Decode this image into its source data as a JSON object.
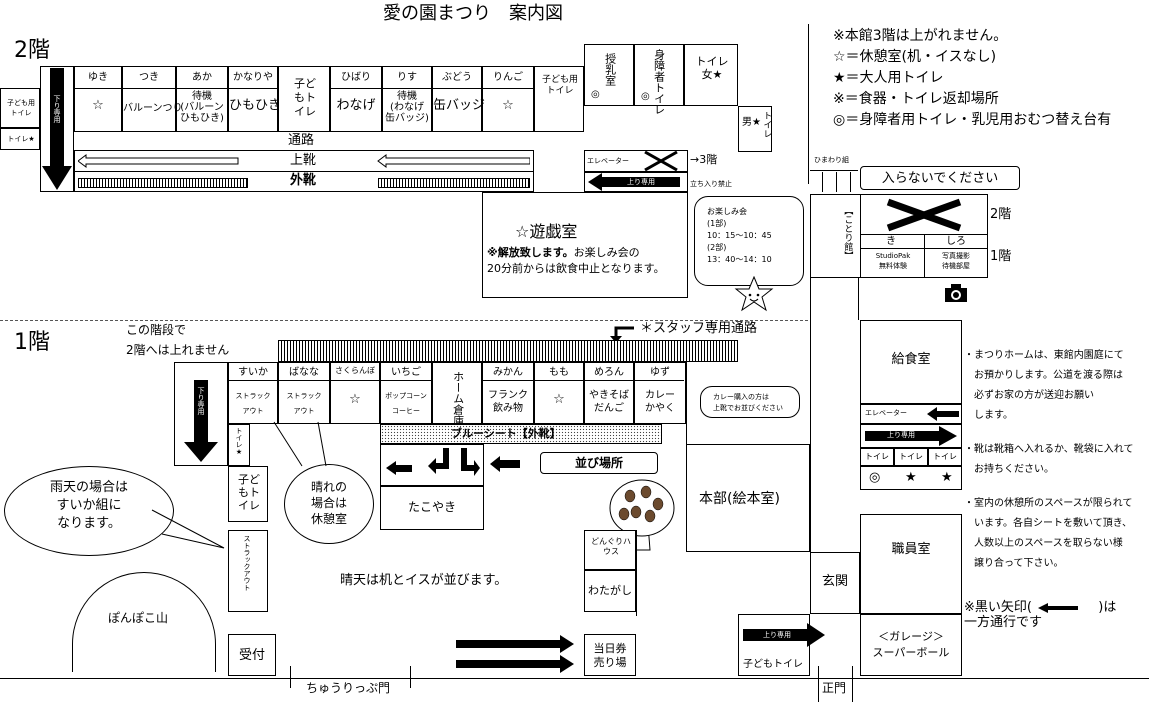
{
  "title": "愛の園まつり　案内図",
  "floor2_label": "2階",
  "floor1_label": "1階",
  "stair_note_1": "この階段で",
  "stair_note_2": "2階へは上れません",
  "legend": [
    "※本館3階は上がれません。",
    "☆＝休憩室(机・イスなし)",
    "★＝大人用トイレ",
    "※＝食器・トイレ返却場所",
    "◎＝身障者用トイレ・乳児用おむつ替え台有"
  ],
  "f2": {
    "kids_toilet_left_1": "子ども用",
    "kids_toilet_left_2": "トイレ",
    "toilet_star": "トイレ★",
    "down_only": "下り専用",
    "rooms": [
      {
        "name": "ゆき",
        "content": "☆"
      },
      {
        "name": "つき",
        "content": "バルーンつり"
      },
      {
        "name": "あか",
        "content": "待機\n(バルーン\nひもひき)"
      },
      {
        "name": "かなりや",
        "content": "ひもひき"
      },
      {
        "name": "ひばり",
        "content": "わなげ"
      },
      {
        "name": "りす",
        "content": "待機\n(わなげ\n缶バッジ)"
      },
      {
        "name": "ぶどう",
        "content": "缶バッジ"
      },
      {
        "name": "りんご",
        "content": "☆"
      }
    ],
    "kids_toilet_mid": "子どもトイレ",
    "kids_toilet_right": "子ども用トイレ",
    "nursing": "授乳室",
    "nursing_mark": "◎",
    "accessible_toilet": "身障者トイレ",
    "accessible_mark": "◎",
    "women_toilet": "トイレ女★",
    "men_toilet": "男★",
    "men_toilet_label": "トイレ",
    "corridor": "通路",
    "indoor_shoes": "上靴",
    "outdoor_shoes": "外靴",
    "elevator": "エレベーター",
    "to_3f": "→3階",
    "no_entry": "立ち入り禁止",
    "up_only": "上り専用",
    "play_room_title": "☆遊戯室",
    "play_room_note_bold": "※解放致します。",
    "play_room_note_1": "お楽しみ会の",
    "play_room_note_2": "20分前からは飲食中止となります。",
    "fun_lines": [
      "お楽しみ会",
      "(1部)",
      "10：15〜10：45",
      "(2部)",
      "13：40〜14：10"
    ]
  },
  "kotori": {
    "name": "【ことり館】",
    "himawari": "ひまわり組",
    "do_not_enter": "入らないでください",
    "floor2": "2階",
    "floor1": "1階",
    "ki": "き",
    "shiro": "しろ",
    "studio_1": "StudioPak",
    "studio_2": "無料体験",
    "photo_1": "写真撮影",
    "photo_2": "待機部屋"
  },
  "f1": {
    "staff_passage": "＊スタッフ専用通路",
    "down_only": "下り専用",
    "rooms": [
      {
        "name": "すいか",
        "content": "ストラック\nアウト"
      },
      {
        "name": "ばなな",
        "content": "ストラック\nアウト"
      },
      {
        "name": "さくらんぼ",
        "content": "☆"
      },
      {
        "name": "いちご",
        "content": "ポップコーン\nコーヒー"
      },
      {
        "name": "みかん",
        "content": "フランク\n飲み物"
      },
      {
        "name": "もも",
        "content": "☆"
      },
      {
        "name": "めろん",
        "content": "やきそば\nだんご"
      },
      {
        "name": "ゆず",
        "content": "カレー\nかやく"
      }
    ],
    "home_storage": "ホーム倉庫",
    "curry_note_1": "カレー購入の方は",
    "curry_note_2": "上靴でお並びください",
    "toilet_star": "トイレ★",
    "kids_toilet": "子どもトイレ",
    "struck_out": "ストラックアウト",
    "sunny_1": "晴れの",
    "sunny_2": "場合は",
    "sunny_3": "休憩室",
    "rainy_1": "雨天の場合は",
    "rainy_2": "すいか組に",
    "rainy_3": "なります。",
    "blue_sheet": "ブルーシート【外靴】",
    "line_place": "並び場所",
    "takoyaki": "たこやき",
    "donguri": "どんぐりハウス",
    "watagashi": "わたがし",
    "tables_note": "晴天は机とイスが並びます。",
    "ponpoko": "ぽんぽこ山",
    "reception": "受付",
    "ticket_1": "当日券",
    "ticket_2": "売り場",
    "chuurippu_gate": "ちゅうりっぷ門",
    "main_gate": "正門",
    "hq": "本部(絵本室)",
    "entrance": "玄関",
    "kids_toilet_2": "子どもトイレ",
    "up_only": "上り専用",
    "kitchen": "給食室",
    "elevator": "エレベーター",
    "toilet": "トイレ",
    "staff_room": "職員室",
    "garage_1": "＜ガレージ＞",
    "garage_2": "スーパーボール",
    "mark_circle": "◎",
    "mark_star": "★"
  },
  "notes": [
    "・まつりホームは、東館内園庭にて",
    "お預かりします。公道を渡る際は",
    "必ずお家の方が送迎お願い",
    "します。",
    "・靴は靴箱へ入れるか、靴袋に入れて",
    "お持ちください。",
    "・室内の休憩所のスペースが限られて",
    "います。各自シートを敷いて頂き、",
    "人数以上のスペースを取らない様",
    "譲り合って下さい。"
  ],
  "arrow_note_1": "※黒い矢印(",
  "arrow_note_2": ")は",
  "arrow_note_3": "一方通行です"
}
